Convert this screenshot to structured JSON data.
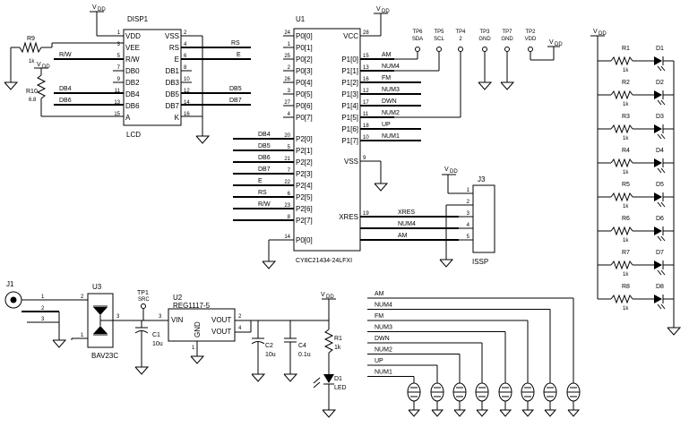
{
  "power_label": "V",
  "power_sub": "DD",
  "disp1": {
    "ref": "DISP1",
    "name": "LCD",
    "left_pins": [
      {
        "num": "1",
        "name": "VDD"
      },
      {
        "num": "3",
        "name": "VEE"
      },
      {
        "num": "5",
        "name": "R/W"
      },
      {
        "num": "7",
        "name": "DB0"
      },
      {
        "num": "9",
        "name": "DB2"
      },
      {
        "num": "11",
        "name": "DB4"
      },
      {
        "num": "13",
        "name": "DB6"
      },
      {
        "num": "15",
        "name": "A"
      }
    ],
    "right_pins": [
      {
        "num": "2",
        "name": "VSS"
      },
      {
        "num": "4",
        "name": "RS"
      },
      {
        "num": "6",
        "name": "E"
      },
      {
        "num": "8",
        "name": "DB1"
      },
      {
        "num": "10",
        "name": "DB3"
      },
      {
        "num": "12",
        "name": "DB5"
      },
      {
        "num": "14",
        "name": "DB7"
      },
      {
        "num": "16",
        "name": "K"
      }
    ],
    "left_nets": {
      "rw": "R/W",
      "db4": "DB4",
      "db6": "DB6"
    },
    "right_nets": {
      "rs": "RS",
      "e": "E",
      "db5": "DB5",
      "db7": "DB7"
    }
  },
  "r9": {
    "ref": "R9",
    "value": "1k"
  },
  "r10": {
    "ref": "R10",
    "value": "6.8"
  },
  "u1": {
    "ref": "U1",
    "part": "CY8C21434-24LFXI",
    "left_pins": [
      {
        "num": "24",
        "name": "P0[0]"
      },
      {
        "num": "1",
        "name": "P0[1]"
      },
      {
        "num": "25",
        "name": "P0[2]"
      },
      {
        "num": "2",
        "name": "P0[3]"
      },
      {
        "num": "26",
        "name": "P0[4]"
      },
      {
        "num": "3",
        "name": "P0[5]"
      },
      {
        "num": "27",
        "name": "P0[6]"
      },
      {
        "num": "4",
        "name": "P0[7]"
      },
      {
        "num": "20",
        "name": "P2[0]"
      },
      {
        "num": "5",
        "name": "P2[1]"
      },
      {
        "num": "21",
        "name": "P2[2]"
      },
      {
        "num": "7",
        "name": "P2[3]"
      },
      {
        "num": "22",
        "name": "P2[4]"
      },
      {
        "num": "6",
        "name": "P2[5]"
      },
      {
        "num": "23",
        "name": "P2[6]"
      },
      {
        "num": "8",
        "name": "P2[7]"
      },
      {
        "num": "14",
        "name": "P0[0]"
      }
    ],
    "left_nets": [
      "DB4",
      "DB5",
      "DB6",
      "DB7",
      "E",
      "RS",
      "R/W",
      ""
    ],
    "right_pins": [
      {
        "num": "28",
        "name": "VCC"
      },
      {
        "num": "15",
        "name": "P1[0]"
      },
      {
        "num": "13",
        "name": "P1[1]"
      },
      {
        "num": "16",
        "name": "P1[2]"
      },
      {
        "num": "12",
        "name": "P1[3]"
      },
      {
        "num": "17",
        "name": "P1[4]"
      },
      {
        "num": "11",
        "name": "P1[5]"
      },
      {
        "num": "18",
        "name": "P1[6]"
      },
      {
        "num": "10",
        "name": "P1[7]"
      },
      {
        "num": "9",
        "name": "VSS"
      },
      {
        "num": "19",
        "name": "XRES"
      }
    ],
    "right_nets": [
      "AM",
      "NUM4",
      "FM",
      "NUM3",
      "DWN",
      "NUM2",
      "UP",
      "NUM1"
    ]
  },
  "testpoints": [
    {
      "ref": "TP6",
      "net": "SDA"
    },
    {
      "ref": "TP5",
      "net": "SCL"
    },
    {
      "ref": "TP4",
      "net": "2"
    },
    {
      "ref": "TP3",
      "net": "GND"
    },
    {
      "ref": "TP7",
      "net": "GND"
    },
    {
      "ref": "TP2",
      "net": "VDD"
    }
  ],
  "j3": {
    "ref": "J3",
    "name": "ISSP",
    "pins": [
      "1",
      "2",
      "3",
      "4",
      "5"
    ],
    "nets": [
      "XRES",
      "NUM4",
      "AM"
    ]
  },
  "leds": [
    {
      "r": "R1",
      "d": "D1",
      "v": "1k"
    },
    {
      "r": "R2",
      "d": "D2",
      "v": "1k"
    },
    {
      "r": "R3",
      "d": "D3",
      "v": "1k"
    },
    {
      "r": "R4",
      "d": "D4",
      "v": "1k"
    },
    {
      "r": "R5",
      "d": "D5",
      "v": "1k"
    },
    {
      "r": "R6",
      "d": "D6",
      "v": "1k"
    },
    {
      "r": "R7",
      "d": "D7",
      "v": "1k"
    },
    {
      "r": "R8",
      "d": "D8",
      "v": "1k"
    }
  ],
  "power": {
    "j1": "J1",
    "u3": "U3",
    "u3_part": "BAV23C",
    "tp1": "TP1",
    "tp1_net": "SRC",
    "c1": "C1",
    "c1_val": "10u",
    "u2": "U2",
    "u2_part": "REG1117-5",
    "vin": "VIN",
    "vout": "VOUT",
    "gnd": "GND",
    "c2": "C2",
    "c2_val": "10u",
    "c4": "C4",
    "c4_val": "0.1u",
    "r1": "R1",
    "r1_val": "1k",
    "d1": "D1",
    "d1_val": "LED",
    "pins": {
      "j1_1": "1",
      "j1_2": "2",
      "j1_3": "3",
      "u3_2": "2",
      "u3_1": "1",
      "u3_3": "3",
      "u2_3": "3",
      "u2_2": "2",
      "u2_4": "4",
      "u2_1": "1"
    }
  },
  "switches": {
    "nets": [
      "AM",
      "NUM4",
      "FM",
      "NUM3",
      "DWN",
      "NUM2",
      "UP",
      "NUM1"
    ]
  }
}
